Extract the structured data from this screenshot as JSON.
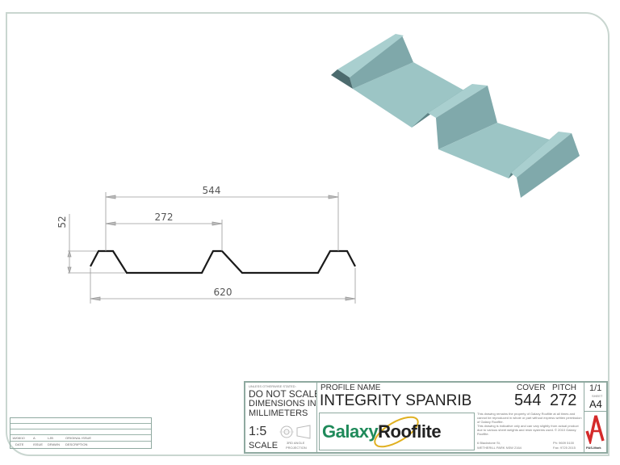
{
  "drawing": {
    "profile_dimensions": {
      "cover": "544",
      "pitch": "272",
      "overall_width": "620",
      "height": "52"
    },
    "render_color": "#8fb8b8"
  },
  "title_block": {
    "notes_small": "UNLESS OTHERWISE STATED:",
    "notes_line1": "DO NOT SCALE",
    "notes_line2": "DIMENSIONS IN",
    "notes_line3": "MILLIMETERS",
    "scale_value": "1:5",
    "scale_label": "SCALE",
    "projection_line1": "3RD ANGLE",
    "projection_line2": "PROJECTION",
    "profile_name_label": "PROFILE NAME",
    "profile_name": "INTEGRITY SPANRIB",
    "cover_label": "COVER",
    "cover_value": "544",
    "pitch_label": "PITCH",
    "pitch_value": "272",
    "sheet_value": "1/1",
    "sheet_label": "SHEET",
    "paper_size": "A4",
    "logo_part1": "Galaxy",
    "logo_part2": "Rooflite",
    "disclaimer1": "This drawing remains the property of Galaxy Rooflite at all times and cannot be reproduced in whole or part without express written permission of Galaxy Rooflite.",
    "disclaimer2": "This drawing is indicative only and can vary slightly from actual product due to various sheet weights and resin systems used. © 2010 Galaxy Rooflite.",
    "address1": "6 Blackstone St,",
    "address2": "WETHERILL PARK NSW 2164",
    "phone": "Ph: 9609 5100",
    "fax": "Fax: 9725 2015",
    "pas_mark": "PAS-Mark",
    "pas_color": "#d42a2a",
    "logo_green": "#1f8a5a",
    "logo_swoosh": "#e0b020"
  },
  "revision_table": {
    "headers": [
      "DATE",
      "ISSUE",
      "DRAWN",
      "DESCRIPTION"
    ],
    "rows": [
      [
        "18/08/10",
        "A",
        "LJB",
        "ORIGINAL ISSUE"
      ]
    ]
  }
}
